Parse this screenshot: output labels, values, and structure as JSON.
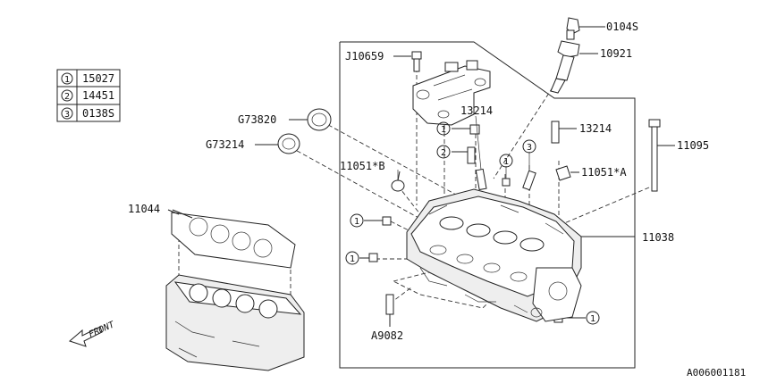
{
  "legend": [
    {
      "num": "1",
      "part": "15027"
    },
    {
      "num": "2",
      "part": "14451"
    },
    {
      "num": "3",
      "part": "0138S"
    }
  ],
  "labels": {
    "l0104s": "0104S",
    "l10921": "10921",
    "lj10659": "J10659",
    "lg73820": "G73820",
    "lg73214": "G73214",
    "l13214a": "13214",
    "l13214b": "13214",
    "l11095": "11095",
    "l11051b": "11051*B",
    "l11051a": "11051*A",
    "l11044": "11044",
    "l11038": "11038",
    "la9082": "A9082",
    "front": "FRONT",
    "figure_code": "A006001181"
  },
  "callouts": {
    "c1": "1",
    "c2": "2",
    "c3": "3",
    "c4": "1",
    "c5": "1",
    "c6": "1",
    "c7": "1"
  }
}
